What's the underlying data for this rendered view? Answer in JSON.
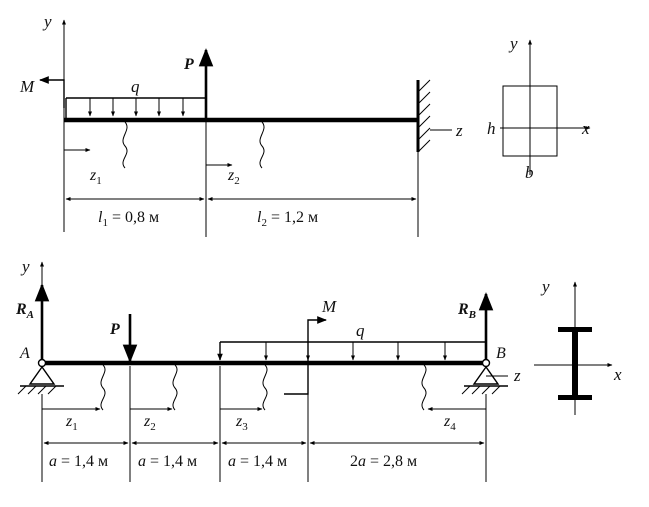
{
  "beam1": {
    "axis_y": "y",
    "axis_z": "z",
    "moment": "M",
    "force": "P",
    "load": "q",
    "z1": "z",
    "z1_sub": "1",
    "z2": "z",
    "z2_sub": "2",
    "l1_var": "l",
    "l1_sub": "1",
    "l1_val": " = 0,8 м",
    "l2_var": "l",
    "l2_sub": "2",
    "l2_val": " = 1,2 м"
  },
  "section_rect": {
    "axis_y": "y",
    "axis_x": "x",
    "h": "h",
    "b": "b"
  },
  "beam2": {
    "axis_y": "y",
    "axis_z": "z",
    "ra": "R",
    "ra_sub": "A",
    "rb": "R",
    "rb_sub": "B",
    "support_a": "A",
    "support_b": "B",
    "force": "P",
    "moment": "M",
    "load": "q",
    "z1": "z",
    "z1_sub": "1",
    "z2": "z",
    "z2_sub": "2",
    "z3": "z",
    "z3_sub": "3",
    "z4": "z",
    "z4_sub": "4",
    "seg1_var": "a",
    "seg1_val": " = 1,4 м",
    "seg2_var": "a",
    "seg2_val": " = 1,4 м",
    "seg3_var": "a",
    "seg3_val": " = 1,4 м",
    "seg4_coef": "2",
    "seg4_var": "a",
    "seg4_val": " = 2,8 м"
  },
  "section_ibeam": {
    "axis_y": "y",
    "axis_x": "x"
  }
}
